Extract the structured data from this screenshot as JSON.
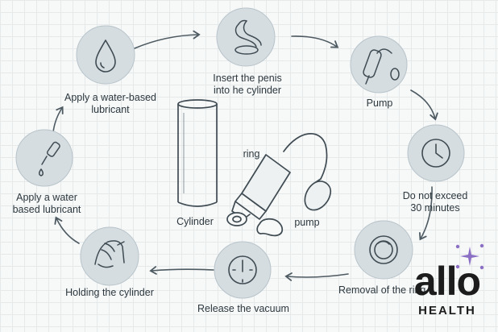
{
  "steps": [
    {
      "id": "water-drop",
      "lines": [
        "Apply a water-based",
        "lubricant"
      ]
    },
    {
      "id": "insert",
      "lines": [
        "Insert the penis",
        "into he cylinder"
      ]
    },
    {
      "id": "pump",
      "lines": [
        "Pump"
      ]
    },
    {
      "id": "clock",
      "lines": [
        "Do not exceed",
        "30 minutes"
      ]
    },
    {
      "id": "ring-removal",
      "lines": [
        "Removal of the ring"
      ]
    },
    {
      "id": "release",
      "lines": [
        "Release the vacuum"
      ]
    },
    {
      "id": "holding",
      "lines": [
        "Holding the cylinder"
      ]
    },
    {
      "id": "dropper",
      "lines": [
        "Apply a water",
        "based lubricant"
      ]
    }
  ],
  "center": {
    "cylinder_label": "Cylinder",
    "ring_label": "ring",
    "pump_label": "pump"
  },
  "brand": {
    "name": "allo",
    "sub": "HEALTH",
    "accent_color": "#8a6fc4"
  },
  "colors": {
    "circle_fill": "#d5dde1",
    "line": "#4d5a61"
  }
}
